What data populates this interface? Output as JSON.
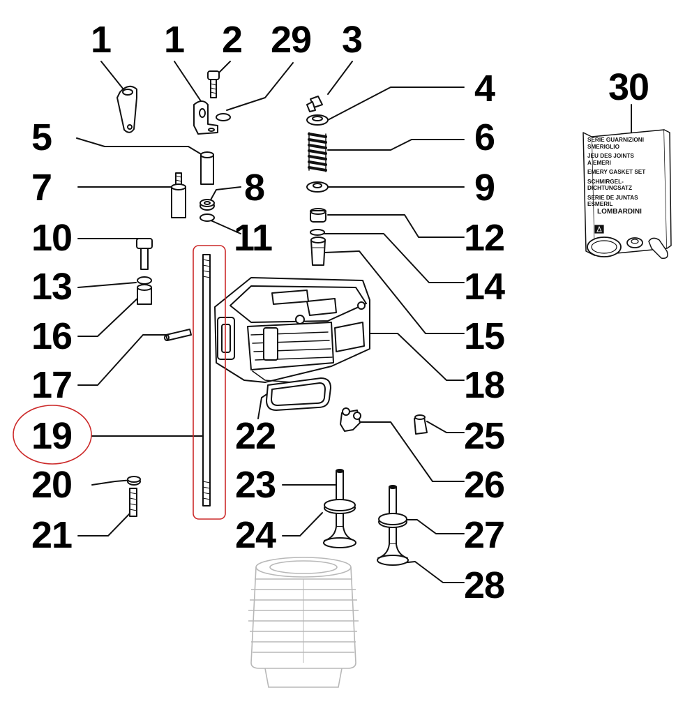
{
  "labels": {
    "l1a": "1",
    "l1b": "1",
    "l2": "2",
    "l29": "29",
    "l3": "3",
    "l4": "4",
    "l5": "5",
    "l6": "6",
    "l7": "7",
    "l8": "8",
    "l9": "9",
    "l10": "10",
    "l11": "11",
    "l12": "12",
    "l13": "13",
    "l14": "14",
    "l15": "15",
    "l16": "16",
    "l17": "17",
    "l18": "18",
    "l19": "19",
    "l20": "20",
    "l21": "21",
    "l22": "22",
    "l23": "23",
    "l24": "24",
    "l25": "25",
    "l26": "26",
    "l27": "27",
    "l28": "28",
    "l30": "30"
  },
  "gasket_kit": {
    "line1": "SERIE GUARNIZIONI",
    "line2": "SMERIGLIO",
    "line3": "JEU DES JOINTS",
    "line4": "A EMERI",
    "line5": "EMERY GASKET SET",
    "line6": "SCHMIRGEL-",
    "line7": "DICHTUNGSATZ",
    "line8": "SERIE DE JUNTAS",
    "line9": "ESMERIL",
    "brand": "LOMBARDINI"
  },
  "highlight": {
    "color": "#cc2a2a",
    "part": "19"
  }
}
